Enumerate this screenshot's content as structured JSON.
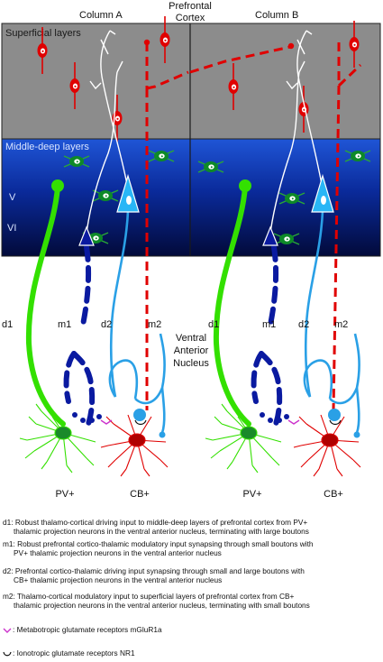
{
  "header": {
    "column_a": "Column A",
    "column_b": "Column B",
    "center_line1": "Prefrontal",
    "center_line2": "Cortex"
  },
  "layers": {
    "superficial": "Superficial layers",
    "middle_deep": "Middle-deep layers",
    "layer_v": "V",
    "layer_vi": "VI"
  },
  "pathways": {
    "left": {
      "d1": "d1",
      "m1": "m1",
      "d2": "d2",
      "m2": "m2"
    },
    "right": {
      "d1": "d1",
      "m1": "m1",
      "d2": "d2",
      "m2": "m2"
    }
  },
  "nucleus": {
    "line1": "Ventral",
    "line2": "Anterior",
    "line3": "Nucleus"
  },
  "neurons": {
    "left": {
      "pv": "PV+",
      "cb": "CB+"
    },
    "right": {
      "pv": "PV+",
      "cb": "CB+"
    }
  },
  "colors": {
    "superficial_bg": "#8c8c8c",
    "deep_bg": "#0a2a9a",
    "d1_green": "#33e000",
    "m1_navy": "#0a1aa0",
    "d2_blue": "#2aa0e6",
    "m2_red": "#e00000",
    "interneuron_green": "#1a8a2a",
    "mglur_magenta": "#cc33cc"
  },
  "legend": {
    "d1": {
      "line1": "d1: Robust thalamo-cortical driving input to middle-deep layers of prefrontal cortex from PV+",
      "line2": "thalamic projection neurons in the ventral anterior nucleus, terminating with large boutons"
    },
    "m1": {
      "line1": "m1: Robust prefrontal cortico-thalamic modulatory input synapsing through small boutons with",
      "line2": "PV+ thalamic projection neurons in the ventral anterior nucleus"
    },
    "d2": {
      "line1": "d2: Prefrontal cortico-thalamic driving input synapsing through small and large boutons with",
      "line2": "CB+ thalamic projection neurons in the ventral anterior nucleus"
    },
    "m2": {
      "line1": "m2: Thalamo-cortical modulatory input to superficial layers of prefrontal cortex from CB+",
      "line2": "thalamic projection neurons in the ventral anterior nucleus, terminating with small boutons"
    },
    "mglur": ": Metabotropic glutamate receptors mGluR1a",
    "nr1": ": Ionotropic glutamate receptors NR1"
  }
}
